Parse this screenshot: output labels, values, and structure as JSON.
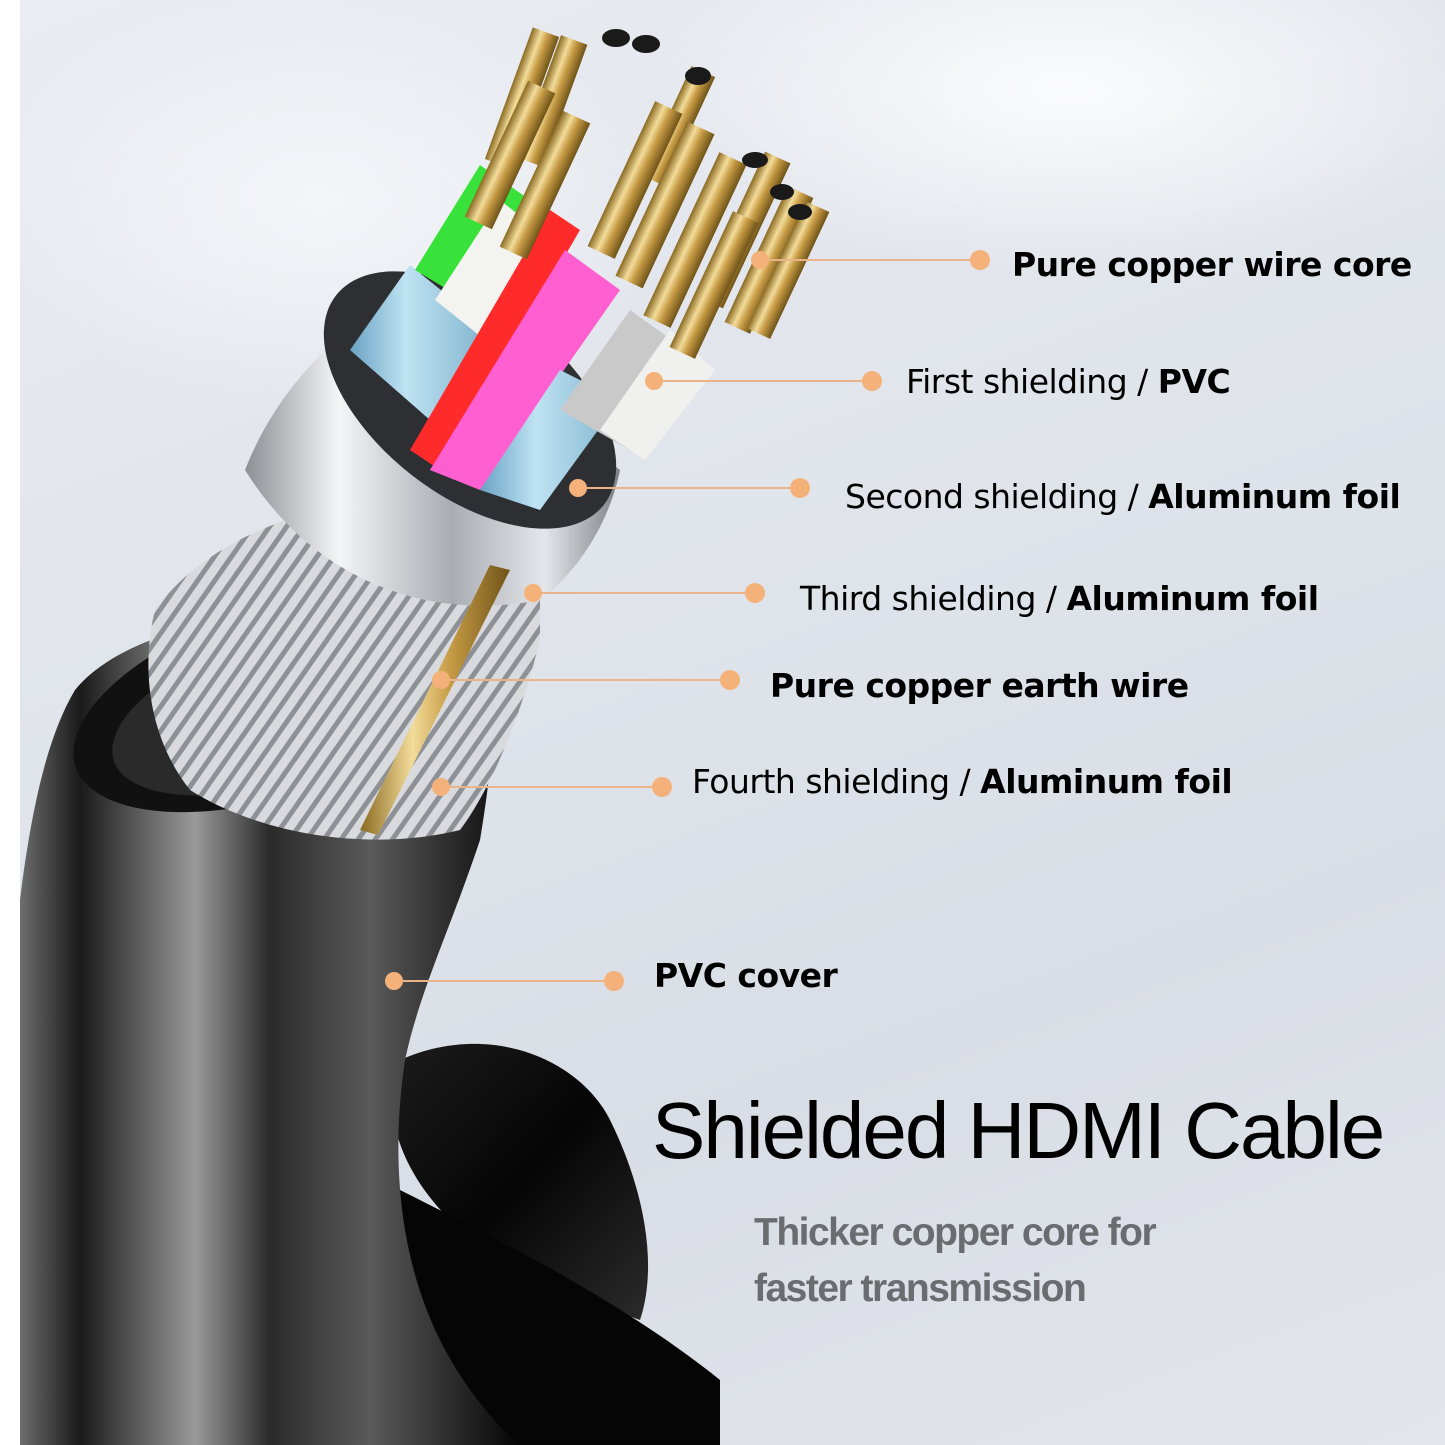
{
  "colors": {
    "background": "#dfe3ea",
    "callout_dot": "#f4b27a",
    "callout_line": "#e9b48a",
    "label_text": "#000000",
    "subtitle_text": "#6b6c70",
    "cable_jacket": "#0b0b0b",
    "copper": "#c9a04a"
  },
  "callouts": [
    {
      "id": "pure-copper-wire-core",
      "light": "",
      "bold": "Pure copper wire core"
    },
    {
      "id": "first-shielding",
      "light": "First shielding / ",
      "bold": "PVC"
    },
    {
      "id": "second-shielding",
      "light": "Second shielding / ",
      "bold": "Aluminum foil"
    },
    {
      "id": "third-shielding",
      "light": "Third shielding / ",
      "bold": "Aluminum foil"
    },
    {
      "id": "pure-copper-earth-wire",
      "light": "",
      "bold": "Pure copper earth wire"
    },
    {
      "id": "fourth-shielding",
      "light": "Fourth shielding / ",
      "bold": "Aluminum foil"
    },
    {
      "id": "pvc-cover",
      "light": "",
      "bold": "PVC cover"
    }
  ],
  "title": "Shielded HDMI Cable",
  "subtitle": {
    "line1": "Thicker copper core for",
    "line2": "faster transmission"
  },
  "wire_colors": [
    "#3a5bd9",
    "#39e23a",
    "#f3f3f0",
    "#ff2a2a",
    "#ff5fd0",
    "#9fd2ea",
    "#c9c9c9"
  ]
}
